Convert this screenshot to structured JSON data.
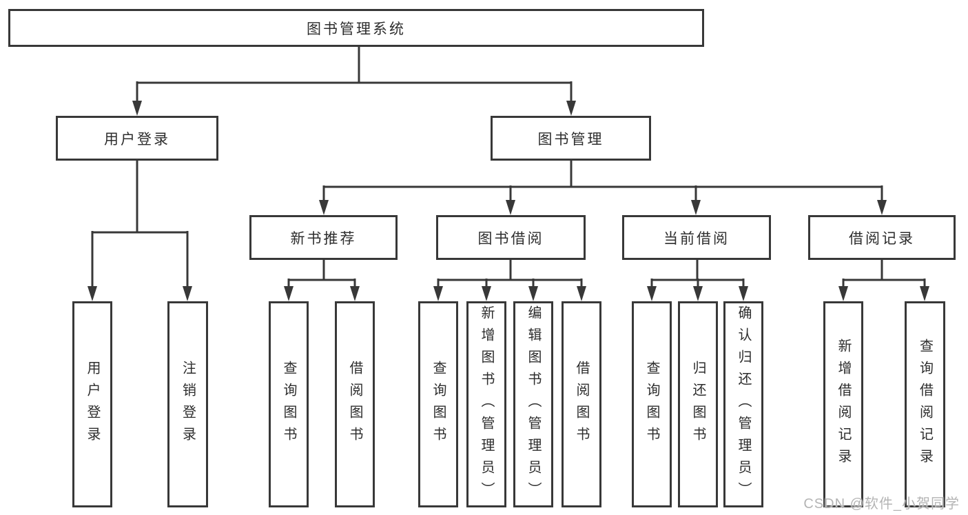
{
  "colors": {
    "line": "#383838",
    "text": "#2d2d2d",
    "box_background": "#ffffff",
    "page_background": "#ffffff",
    "watermark": "#b4b4b4"
  },
  "watermark": {
    "text": "CSDN @软件_小贺同学"
  },
  "tree": {
    "root": "图书管理系统",
    "branches": [
      {
        "label": "用户登录",
        "children": [
          "用户登录",
          "注销登录"
        ]
      },
      {
        "label": "图书管理",
        "children": [
          {
            "label": "新书推荐",
            "children": [
              "查询图书",
              "借阅图书"
            ]
          },
          {
            "label": "图书借阅",
            "children": [
              "查询图书",
              "新增图书（管理员）",
              "编辑图书（管理员）",
              "借阅图书"
            ]
          },
          {
            "label": "当前借阅",
            "children": [
              "查询图书",
              "归还图书",
              "确认归还（管理员）"
            ]
          },
          {
            "label": "借阅记录",
            "children": [
              "新增借阅记录",
              "查询借阅记录"
            ]
          }
        ]
      }
    ]
  }
}
